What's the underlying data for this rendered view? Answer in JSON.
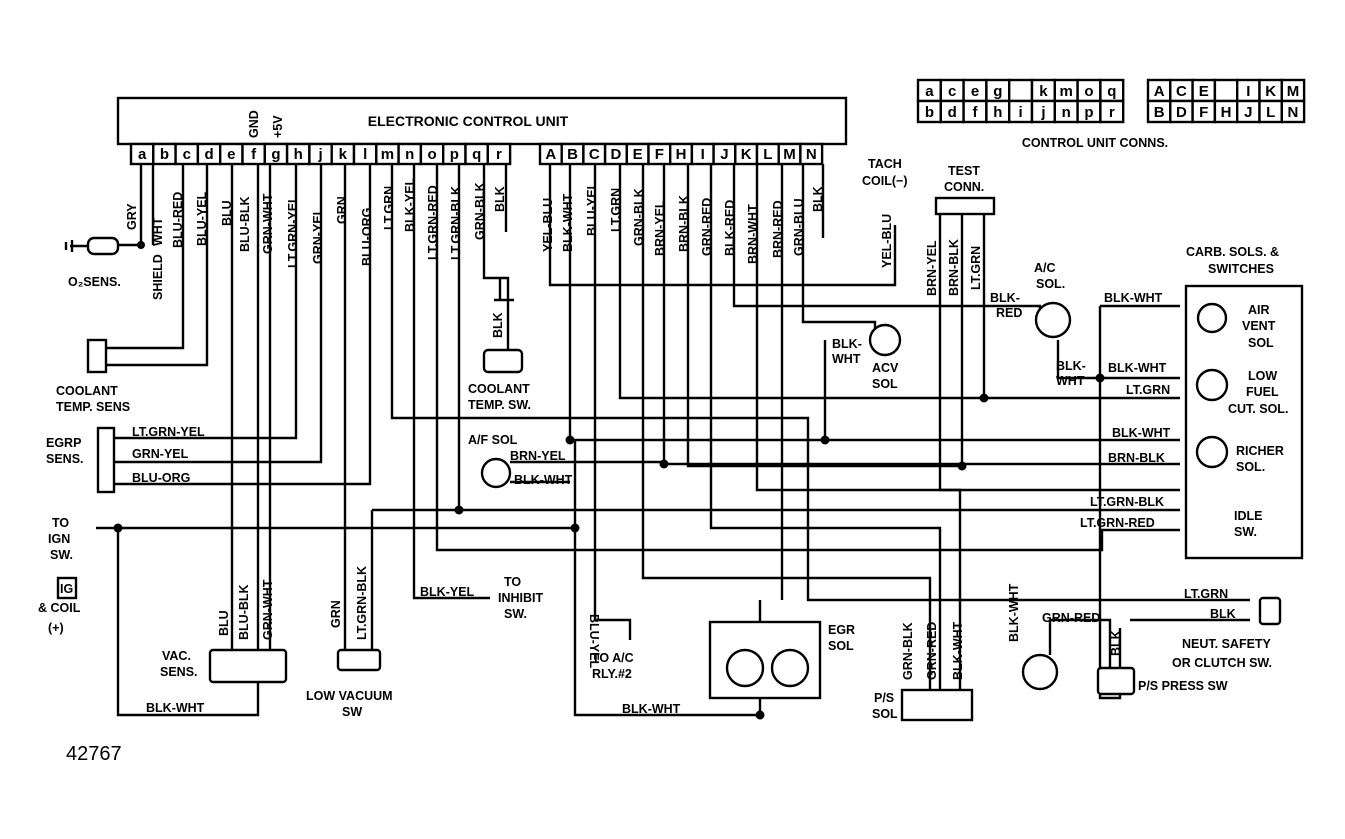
{
  "ecu": {
    "title": "ELECTRONIC CONTROL UNIT",
    "gnd": "GND",
    "plus5v": "+5V",
    "pins_lower": [
      "a",
      "b",
      "c",
      "d",
      "e",
      "f",
      "g",
      "h",
      "j",
      "k",
      "l",
      "m",
      "n",
      "o",
      "p",
      "q",
      "r"
    ],
    "pins_upper": [
      "A",
      "B",
      "C",
      "D",
      "E",
      "F",
      "H",
      "I",
      "J",
      "K",
      "L",
      "M",
      "N"
    ]
  },
  "connector_chart": {
    "row1_lower": [
      "a",
      "c",
      "e",
      "g",
      "",
      "k",
      "m",
      "o",
      "q"
    ],
    "row2_lower": [
      "b",
      "d",
      "f",
      "h",
      "i",
      "j",
      "n",
      "p",
      "r"
    ],
    "row1_upper": [
      "A",
      "C",
      "E",
      "",
      "I",
      "K",
      "M"
    ],
    "row2_upper": [
      "B",
      "D",
      "F",
      "H",
      "J",
      "L",
      "N"
    ],
    "caption": "CONTROL UNIT CONNS."
  },
  "wires_lower": [
    "GRY",
    "SHIELD",
    "WHT",
    "BLU-RED",
    "BLU-YEL",
    "BLU",
    "BLU-BLK",
    "GRN-WHT",
    "LT.GRN-YEL",
    "GRN-YEL",
    "GRN",
    "BLU-ORG",
    "LT.GRN",
    "BLK-YEL",
    "LT.GRN-RED",
    "LT.GRN-BLK",
    "GRN-BLK",
    "BLK"
  ],
  "wires_upper": [
    "YEL-BLU",
    "BLK-WHT",
    "BLU-YEL",
    "LT.GRN",
    "GRN-BLK",
    "BRN-YEL",
    "BRN-BLK",
    "GRN-RED",
    "BLK-RED",
    "BRN-WHT",
    "BRN-RED",
    "GRN-BLU",
    "BLK"
  ],
  "labels": {
    "o2_sens": "O₂SENS.",
    "coolant_temp_sens": [
      "COOLANT",
      "TEMP. SENS"
    ],
    "coolant_temp_sw": [
      "COOLANT",
      "TEMP. SW."
    ],
    "coolant_sw_wire": "BLK",
    "tach": [
      "TACH",
      "COIL(−)"
    ],
    "tach_wire": "YEL-BLU",
    "test_conn": [
      "TEST",
      "CONN."
    ],
    "test_wires": [
      "BRN-YEL",
      "BRN-BLK",
      "LT.GRN"
    ],
    "ac_sol": [
      "A/C",
      "SOL."
    ],
    "ac_sol_wires": [
      "BLK-",
      "RED",
      "BLK-",
      "WHT"
    ],
    "acv_sol": [
      "ACV",
      "SOL"
    ],
    "acv_wire": [
      "BLK-",
      "WHT"
    ],
    "carb_sols": [
      "CARB. SOLS. &",
      "SWITCHES"
    ],
    "air_vent": [
      "AIR",
      "VENT",
      "SOL"
    ],
    "low_fuel": [
      "LOW",
      "FUEL",
      "CUT. SOL."
    ],
    "richer": [
      "RICHER",
      "SOL."
    ],
    "idle_sw": [
      "IDLE",
      "SW."
    ],
    "carb_wires": [
      "BLK-WHT",
      "BLK-WHT",
      "LT.GRN",
      "BLK-WHT",
      "BRN-BLK",
      "LT.GRN-BLK",
      "LT.GRN-RED"
    ],
    "egrp": [
      "EGRP",
      "SENS."
    ],
    "egrp_wires": [
      "LT.GRN-YEL",
      "GRN-YEL",
      "BLU-ORG"
    ],
    "af_sol": "A/F SOL",
    "af_wires": [
      "BRN-YEL",
      "BLK-WHT"
    ],
    "to_ign": [
      "TO",
      "IGN",
      "SW."
    ],
    "ig_box": "IG",
    "coil": [
      "& COIL",
      "(+)"
    ],
    "vac_sens": [
      "VAC.",
      "SENS."
    ],
    "vac_wires": [
      "BLU",
      "BLU-BLK",
      "GRN-WHT"
    ],
    "low_vacuum": [
      "LOW VACUUM",
      "SW"
    ],
    "low_vac_wires": [
      "GRN",
      "LT.GRN-BLK"
    ],
    "to_inhibit": [
      "TO",
      "INHIBIT",
      "SW."
    ],
    "inhibit_wire": "BLK-YEL",
    "to_ac_rly": [
      "TO A/C",
      "RLY.#2"
    ],
    "rly_wire": "BLU-YEL",
    "egr_sol": [
      "EGR",
      "SOL"
    ],
    "blk_wht_bottom": [
      "BLK-WHT",
      "BLK-WHT"
    ],
    "ps_sol": [
      "P/S",
      "SOL"
    ],
    "ps_sol_wires": [
      "GRN-BLK",
      "GRN-RED",
      "BLK-WHT"
    ],
    "blk_wht_right": "BLK-WHT",
    "grn_red_right": "GRN-RED",
    "blk_right": "BLK",
    "ps_press": "P/S  PRESS SW",
    "neut": [
      "NEUT. SAFETY",
      "OR CLUTCH SW."
    ],
    "neut_wires": [
      "LT.GRN",
      "BLK"
    ],
    "figure_number": "42767"
  }
}
